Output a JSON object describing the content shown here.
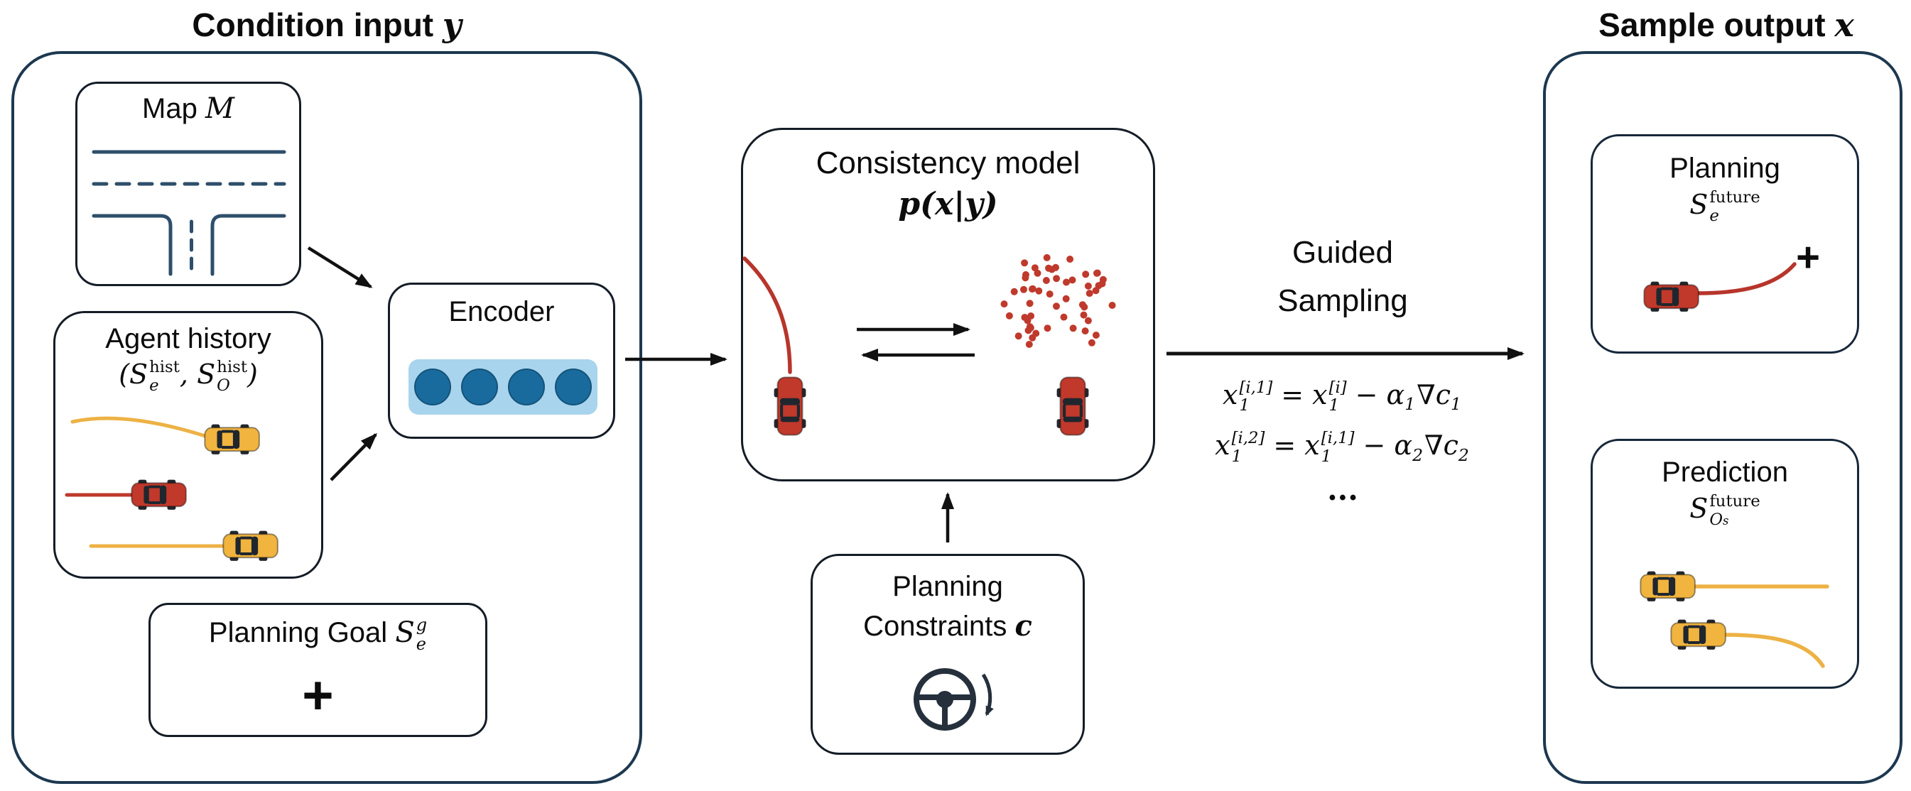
{
  "colors": {
    "container_border": "#1d3850",
    "box_border": "#141c26",
    "car_red": "#c0392b",
    "car_yellow": "#f0b43f",
    "trajectory_red": "#b7352b",
    "trajectory_yellow": "#edb245",
    "noise_dot_red": "#bf3a2c",
    "encoder_bg": "#a9d4ed",
    "encoder_token": "#1a6b9d",
    "road_line": "#2e4f6b",
    "arrow": "#111111"
  },
  "left": {
    "title_text": "Condition input",
    "title_math": "y",
    "map": {
      "label": "Map",
      "math": "M"
    },
    "agent_history": {
      "label": "Agent history",
      "paren_open": "(",
      "s1_base": "S",
      "s1_sup": "hist",
      "s1_sub": "e",
      "separator": ",",
      "s2_base": "S",
      "s2_sup": "hist",
      "s2_sub": "O",
      "paren_close": ")"
    },
    "planning_goal": {
      "label": "Planning Goal",
      "s_base": "S",
      "s_sup": "g",
      "s_sub": "e",
      "plus": "+"
    },
    "encoder": {
      "label": "Encoder",
      "token_count": 4
    }
  },
  "middle": {
    "consistency_model": {
      "label": "Consistency model",
      "math": "p(x|y)"
    },
    "planning_constraints": {
      "line1": "Planning",
      "line2": "Constraints",
      "math": "c"
    }
  },
  "guided_sampling": {
    "line1": "Guided",
    "line2": "Sampling",
    "eq1": {
      "lhs_base": "x",
      "lhs_sup": "[i,1]",
      "lhs_sub": "1",
      "rel": "=",
      "rhs_base": "x",
      "rhs_sup": "[i]",
      "rhs_sub": "1",
      "op": "−",
      "coef_base": "α",
      "coef_sub": "1",
      "grad_base": "∇c",
      "grad_sub": "1"
    },
    "eq2": {
      "lhs_base": "x",
      "lhs_sup": "[i,2]",
      "lhs_sub": "1",
      "rel": "=",
      "rhs_base": "x",
      "rhs_sup": "[i,1]",
      "rhs_sub": "1",
      "op": "−",
      "coef_base": "α",
      "coef_sub": "2",
      "grad_base": "∇c",
      "grad_sub": "2"
    },
    "ellipsis": "..."
  },
  "right": {
    "title_text": "Sample output",
    "title_math": "x",
    "planning": {
      "label": "Planning",
      "s_base": "S",
      "s_sup": "future",
      "s_sub": "e",
      "plus": "+"
    },
    "prediction": {
      "label": "Prediction",
      "s_base": "S",
      "s_sup": "future",
      "s_sub": "O",
      "s_sub_sub": "s"
    }
  }
}
